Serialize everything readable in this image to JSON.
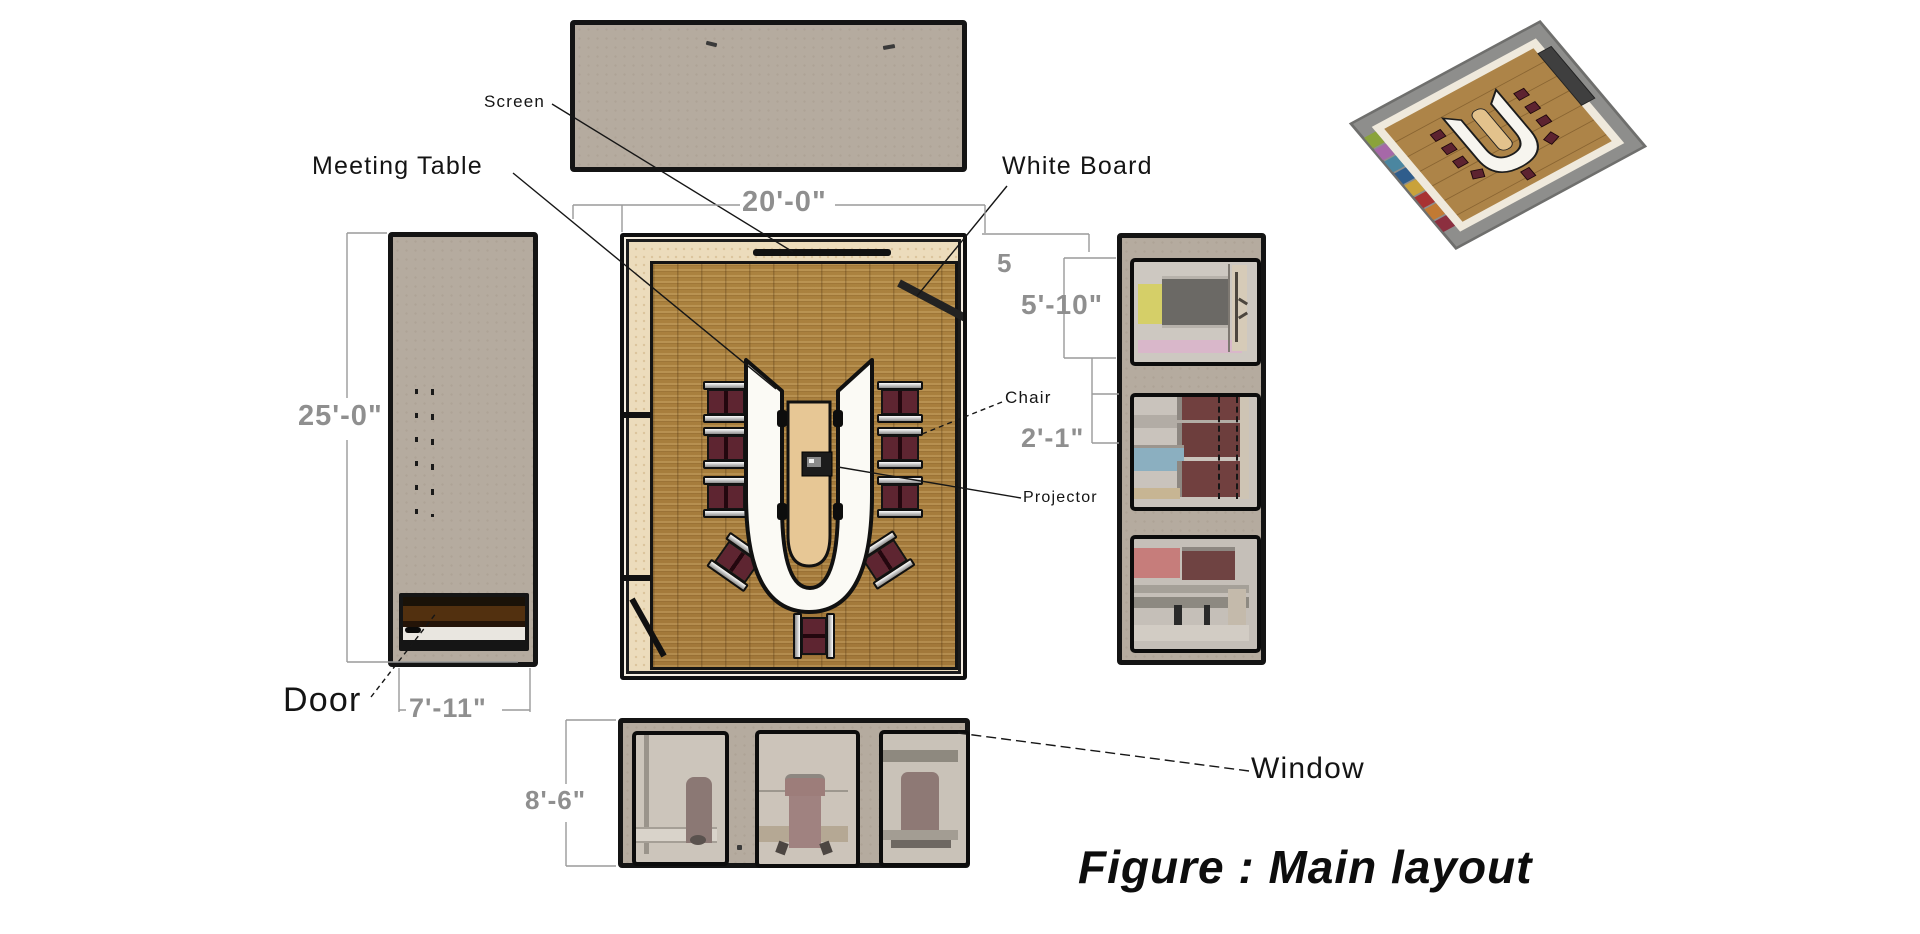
{
  "title": "Figure : Main layout",
  "labels": {
    "screen": "Screen",
    "meeting_table": "Meeting Table",
    "white_board": "White Board",
    "chair": "Chair",
    "projector": "Projector",
    "door": "Door",
    "window": "Window"
  },
  "dimensions": {
    "plan_width": "20'-0\"",
    "plan_depth": "25'-0\"",
    "door_width": "7'-11\"",
    "partial_right": "5",
    "board_height": "5'-10\"",
    "table_height": "2'-1\"",
    "window_height": "8'-6\""
  },
  "colors": {
    "panel": "#b5ab9f",
    "wall_line": "#141414",
    "floor_wood": "#a97f3f",
    "floor_border": "#ecdcbc",
    "table_top": "#fbfaf5",
    "island_wood": "#e7c795",
    "chair_seat": "#5e2531",
    "dimension_text": "#8f8f8f",
    "label_text": "#141414"
  }
}
